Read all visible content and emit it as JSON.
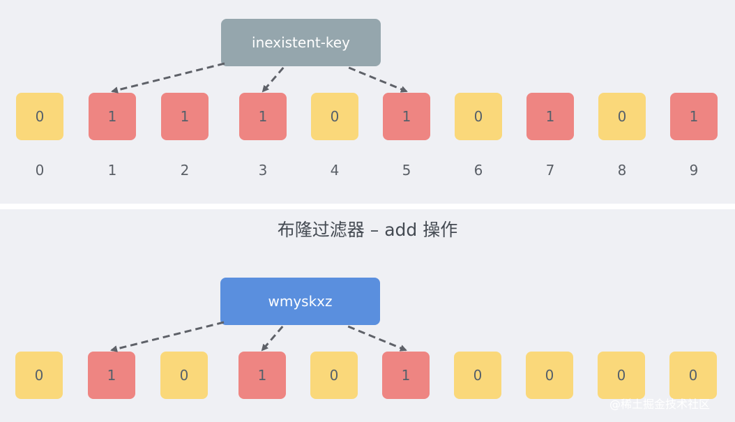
{
  "top": {
    "key_label": "inexistent-key",
    "bits": [
      "0",
      "1",
      "1",
      "1",
      "0",
      "1",
      "0",
      "1",
      "0",
      "1"
    ],
    "hashed": [
      "1",
      "3",
      "5"
    ],
    "indices": [
      "0",
      "1",
      "2",
      "3",
      "4",
      "5",
      "6",
      "7",
      "8",
      "9"
    ]
  },
  "caption": "布隆过滤器 – add 操作",
  "bottom": {
    "key_label": "wmyskxz",
    "bits": [
      "0",
      "1",
      "0",
      "1",
      "0",
      "1",
      "0",
      "0",
      "0",
      "0"
    ],
    "hashed": [
      "1",
      "3",
      "5"
    ]
  },
  "watermark": "@稀土掘金技术社区",
  "colors": {
    "panel_bg": "#eff0f4",
    "bit_zero": "#fad87a",
    "bit_one": "#ee8582",
    "key_gray": "#95a6ad",
    "key_blue": "#5a8fde",
    "arrow": "#5e6168"
  }
}
